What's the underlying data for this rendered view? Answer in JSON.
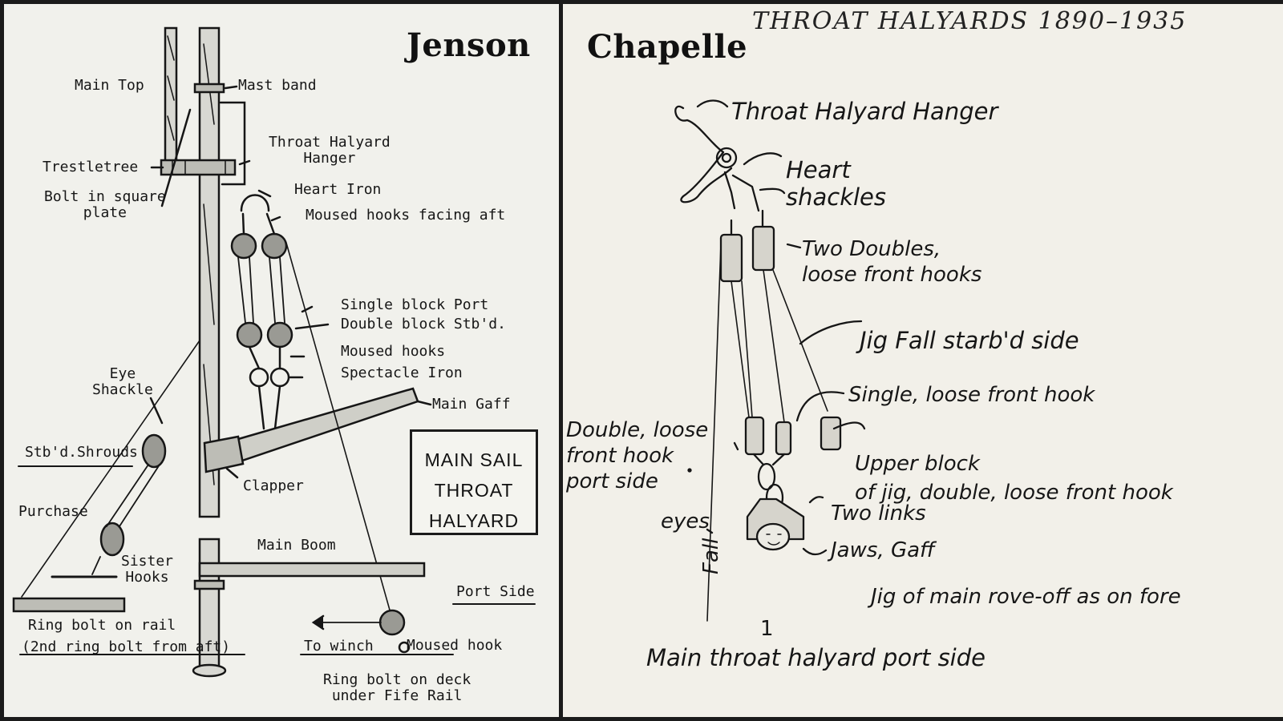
{
  "left": {
    "title": "Jenson",
    "labels": {
      "main_top": "Main\nTop",
      "mast_band": "Mast band",
      "throat_halyard_hanger": "Throat Halyard\nHanger",
      "trestletree": "Trestletree",
      "bolt_square_plate": "Bolt in square\nplate",
      "heart_iron": "Heart Iron",
      "moused_hooks_aft": "Moused hooks facing aft",
      "single_block_port": "Single block Port",
      "double_block_stbd": "Double block Stb'd.",
      "moused_hooks": "Moused hooks",
      "spectacle_iron": "Spectacle Iron",
      "main_gaff": "Main Gaff",
      "eye_shackle": "Eye\nShackle",
      "stbd_shrouds": "Stb'd.Shrouds",
      "clapper": "Clapper",
      "purchase": "Purchase",
      "sister_hooks": "Sister\nHooks",
      "main_boom": "Main Boom",
      "port_side": "Port Side",
      "ring_bolt_rail": "Ring bolt on rail",
      "ring_bolt_aft": "(2nd ring bolt from aft)",
      "to_winch": "To winch",
      "moused_hook": "Moused hook",
      "ring_bolt_deck": "Ring bolt on deck\nunder Fife Rail"
    },
    "box_text": "MAIN SAIL\nTHROAT\nHALYARD"
  },
  "right": {
    "title": "Chapelle",
    "heading": "THROAT HALYARDS 1890–1935",
    "labels": {
      "hanger": "Throat Halyard Hanger",
      "heart_shackles": "Heart\nshackles",
      "two_doubles": "Two Doubles,\nloose front hooks",
      "jig_fall": "Jig Fall starb'd side",
      "single_loose": "Single, loose front hook",
      "double_loose": "Double, loose\nfront hook\nport side",
      "upper_block": "Upper block\nof jig, double, loose front hook",
      "two_links": "Two links",
      "eyes": "eyes",
      "jaws": "Jaws, Gaff",
      "jig_main": "Jig of main rove-off as on fore",
      "fall": "Fall",
      "number": "1",
      "caption": "Main throat halyard port side"
    }
  }
}
